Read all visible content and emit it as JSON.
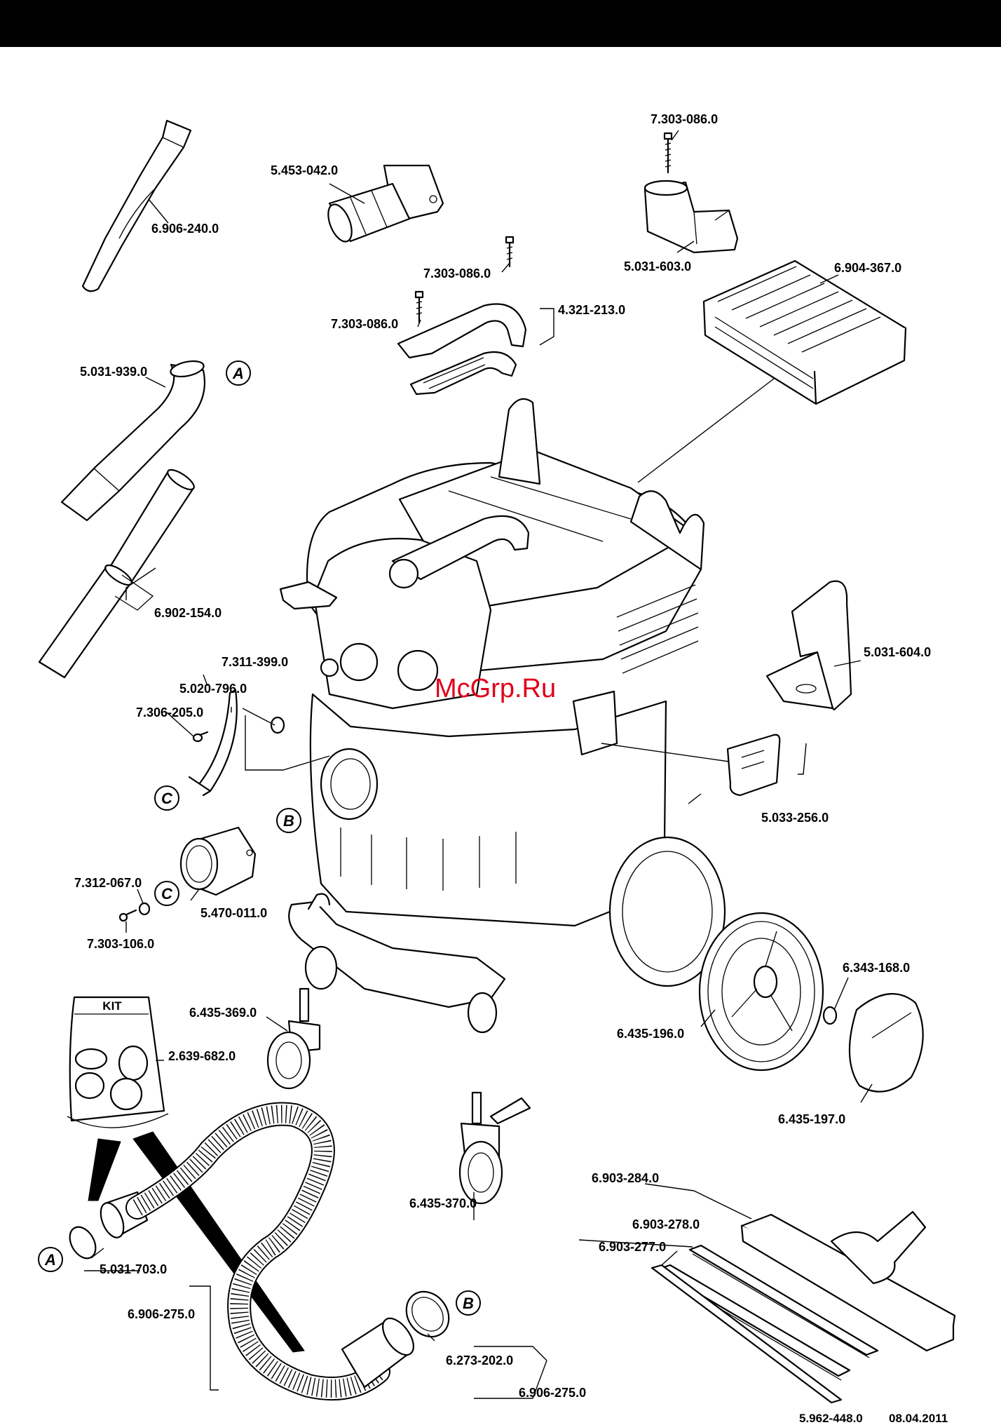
{
  "watermark": "McGrp.Ru",
  "kit_label": "KIT",
  "callouts": {
    "a": "A",
    "b": "B",
    "c": "C"
  },
  "footer": {
    "doc_no": "5.962-448.0",
    "date": "08.04.2011"
  },
  "parts": {
    "crevice_nozzle": "6.906-240.0",
    "adapter_cone": "5.453-042.0",
    "screw_top": "7.303-086.0",
    "hose_holder": "5.031-603.0",
    "screw_handle_right": "7.303-086.0",
    "screw_handle_left": "7.303-086.0",
    "handle": "4.321-213.0",
    "flat_filter": "6.904-367.0",
    "bend": "5.031-939.0",
    "suction_tubes": "6.902-154.0",
    "nut": "7.311-399.0",
    "strap": "5.020-796.0",
    "screw_strap": "7.306-205.0",
    "accessory_holder": "5.031-604.0",
    "cover_clip": "5.033-256.0",
    "washer": "7.312-067.0",
    "adapter_ring": "5.470-011.0",
    "screw_adapter": "7.303-106.0",
    "hub_ring": "6.343-168.0",
    "castor_left": "6.435-369.0",
    "kit": "2.639-682.0",
    "rear_wheel": "6.435-196.0",
    "hub_cap": "6.435-197.0",
    "castor_front": "6.435-370.0",
    "floor_nozzle": "6.903-284.0",
    "brush_strip": "6.903-278.0",
    "rubber_strip": "6.903-277.0",
    "hose_ring_a": "5.031-703.0",
    "hose_assembly_left": "6.906-275.0",
    "hose_ring_b": "6.273-202.0",
    "hose_assembly_bottom": "6.906-275.0"
  }
}
